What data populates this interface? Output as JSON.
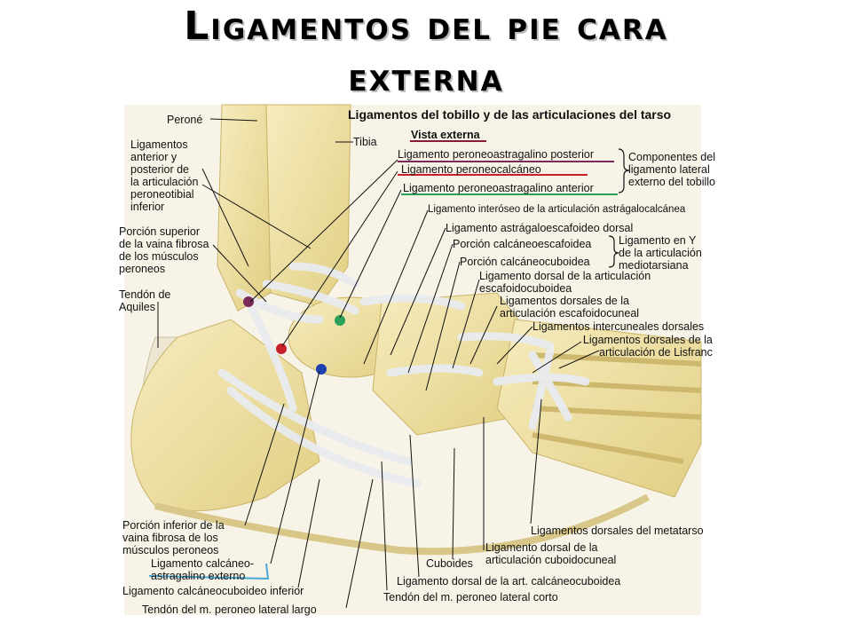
{
  "title": {
    "line1": "Ligamentos del pie cara",
    "line2": "externa"
  },
  "figure": {
    "heading": "Ligamentos del tobillo y de las articulaciones del tarso",
    "subheading": "Vista externa",
    "brace1": [
      "Componentes del",
      "ligamento lateral",
      "externo del tobillo"
    ],
    "brace2": [
      "Ligamento en Y",
      "de la articulación",
      "mediotarsiana"
    ],
    "left_labels": {
      "perone": "Peroné",
      "tibia": "Tibia",
      "lig_tibio": [
        "Ligamentos",
        "anterior y",
        "posterior de",
        "la articulación",
        "peroneotibial",
        "inferior"
      ],
      "porcion_superior": [
        "Porción superior",
        "de la vaina fibrosa",
        "de los músculos",
        "peroneos"
      ],
      "tendon_aquiles": [
        "Tendón de",
        "Aquiles"
      ]
    },
    "right_labels": {
      "pa_posterior": "Ligamento peroneoastragalino posterior",
      "peroneocalcaneo": "Ligamento peroneocalcáneo",
      "pa_anterior": "Ligamento peroneoastragalino anterior",
      "interoseo": "Ligamento interóseo de la articulación astrágalocalcánea",
      "astragaloescafoideo": "Ligamento astrágaloescafoideo dorsal",
      "calcaneoescafoidea": "Porción calcáneoescafoidea",
      "calcaneocuboidea": "Porción calcáneocuboidea",
      "escafoidocuboidea": [
        "Ligamento dorsal de la articulación",
        "escafoidocuboidea"
      ],
      "escafoidocuneal": [
        "Ligamentos dorsales de la",
        "articulación escafoidocuneal"
      ],
      "intercuneales": "Ligamentos intercuneales dorsales",
      "lisfranc": [
        "Ligamentos dorsales de la",
        "articulación de Lisfranc"
      ]
    },
    "bottom_labels": {
      "porcion_inferior": [
        "Porción inferior de la",
        "vaina fibrosa de los",
        "músculos peroneos"
      ],
      "calcaneo_astragalino": [
        "Ligamento calcáneo-",
        "astragalino externo"
      ],
      "calcaneocuboideo_inf": "Ligamento calcáneocuboideo inferior",
      "peroneo_largo": "Tendón del m. peroneo lateral largo",
      "peroneo_corto": "Tendón del m. peroneo lateral corto",
      "cuboides": "Cuboides",
      "art_calcaneocuboidea": "Ligamento dorsal de la art. calcáneocuboidea",
      "cuboidocuneal": [
        "Ligamento dorsal de la",
        "articulación cuboidocuneal"
      ],
      "metatarso": "Ligamentos dorsales del metatarso"
    },
    "colors": {
      "bone": "#f0e2a6",
      "ligament": "#e6e8ec",
      "mark_posterior": "#7a2a5a",
      "mark_calcaneo": "#c8202a",
      "mark_anterior": "#2aa05a",
      "mark_blue": "#2040b0",
      "mark_light": "#4aa8d8"
    }
  }
}
